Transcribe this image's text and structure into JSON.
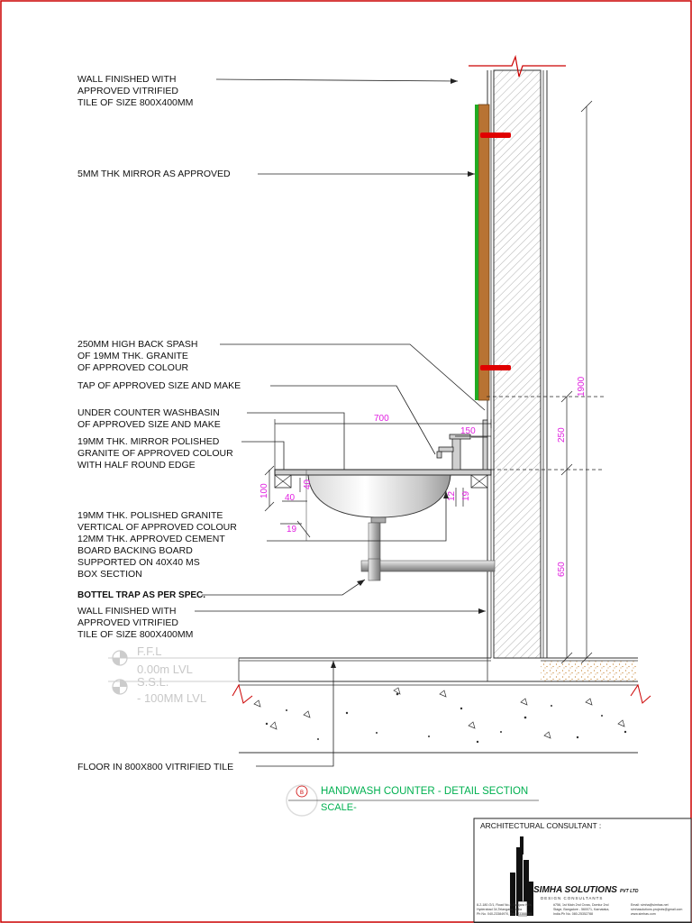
{
  "annotations": {
    "wall_finish_top": [
      "WALL FINISHED WITH",
      "APPROVED VITRIFIED",
      "TILE OF SIZE 800X400MM"
    ],
    "mirror": [
      "5MM THK MIRROR AS APPROVED"
    ],
    "back_splash": [
      "250MM HIGH BACK SPASH",
      "OF 19MM THK. GRANITE",
      "OF APPROVED COLOUR"
    ],
    "tap": [
      "TAP OF APPROVED SIZE AND MAKE"
    ],
    "washbasin": [
      "UNDER COUNTER WASHBASIN",
      "OF APPROVED SIZE AND MAKE"
    ],
    "granite_top": [
      "19MM THK. MIRROR POLISHED",
      "GRANITE OF APPROVED COLOUR",
      "WITH HALF ROUND  EDGE"
    ],
    "granite_vertical": [
      "19MM THK. POLISHED GRANITE",
      "VERTICAL OF APPROVED COLOUR",
      "12MM THK. APPROVED CEMENT",
      "BOARD BACKING BOARD",
      "SUPPORTED ON 40X40 MS",
      "BOX SECTION"
    ],
    "bottle_trap": [
      "BOTTEL TRAP AS PER SPEC."
    ],
    "wall_finish_bottom": [
      "WALL FINISHED WITH",
      "APPROVED VITRIFIED",
      "TILE OF SIZE 800X400MM"
    ],
    "floor": [
      "FLOOR IN 800X800 VITRIFIED TILE"
    ]
  },
  "levels": {
    "ffl_name": "F.F.L",
    "ffl_value": "0.00m LVL",
    "ssl_name": "S.S.L.",
    "ssl_value": "- 100MM LVL"
  },
  "dimensions": {
    "d700": "700",
    "d150": "150",
    "d1900": "1900",
    "d250": "250",
    "d650": "650",
    "d100": "100",
    "d40a": "40",
    "d40b": "40",
    "d19a": "19",
    "d12": "12",
    "d19b": "19"
  },
  "title": {
    "marker": "B",
    "name": "HANDWASH COUNTER - DETAIL SECTION",
    "scale": "SCALE-"
  },
  "titleblock": {
    "heading": "ARCHITECTURAL CONSULTANT :",
    "company": "SIMHA SOLUTIONS",
    "company_suffix": "PVT LTD",
    "tagline": "DESIGN   CONSULTANTS",
    "address_left": [
      "8-2-180 /2/1, Road No.4, Banjara Hills,",
      "Hyderabad 34,Telangana, India",
      "Ph No. 040-23384970, Fax: 23388865"
    ],
    "address_mid": [
      "#756, 1st Main 2nd Cross, Domlur 2nd",
      "Stage, Bangalore - 560071, Karnataka,",
      "India.Ph No. 080-25352788"
    ],
    "address_right": [
      "Email: simha@simhas.net",
      "simhasolutions.projects@gmail.com",
      "www.simhas.com"
    ]
  },
  "colors": {
    "frame": "#cc0000",
    "dimension": "#e020e0",
    "title_text": "#00b050",
    "anchor": "#e00000",
    "mirror_wood": "#b87333",
    "mirror_glass": "#22aa22"
  }
}
